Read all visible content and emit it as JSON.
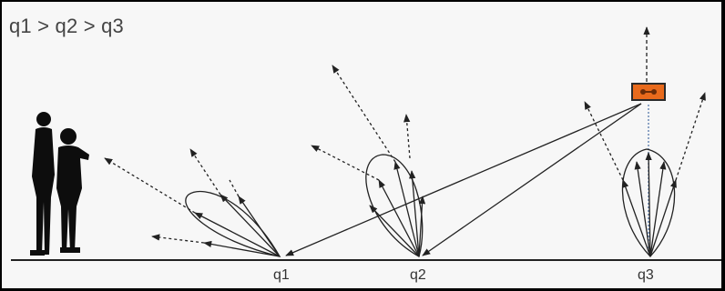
{
  "condition_text": "q1 > q2 > q3",
  "points": [
    {
      "label": "q1"
    },
    {
      "label": "q2"
    },
    {
      "label": "q3"
    }
  ],
  "colors": {
    "background": "#f7f7f7",
    "frame": "#000000",
    "ground": "#222222",
    "lines": "#222222",
    "source_fill": "#e86a1c",
    "source_stroke": "#2a2a2a",
    "people": "#0d0d0d"
  },
  "icons": {
    "observer": "people-silhouette-icon",
    "source": "luminaire-icon"
  }
}
